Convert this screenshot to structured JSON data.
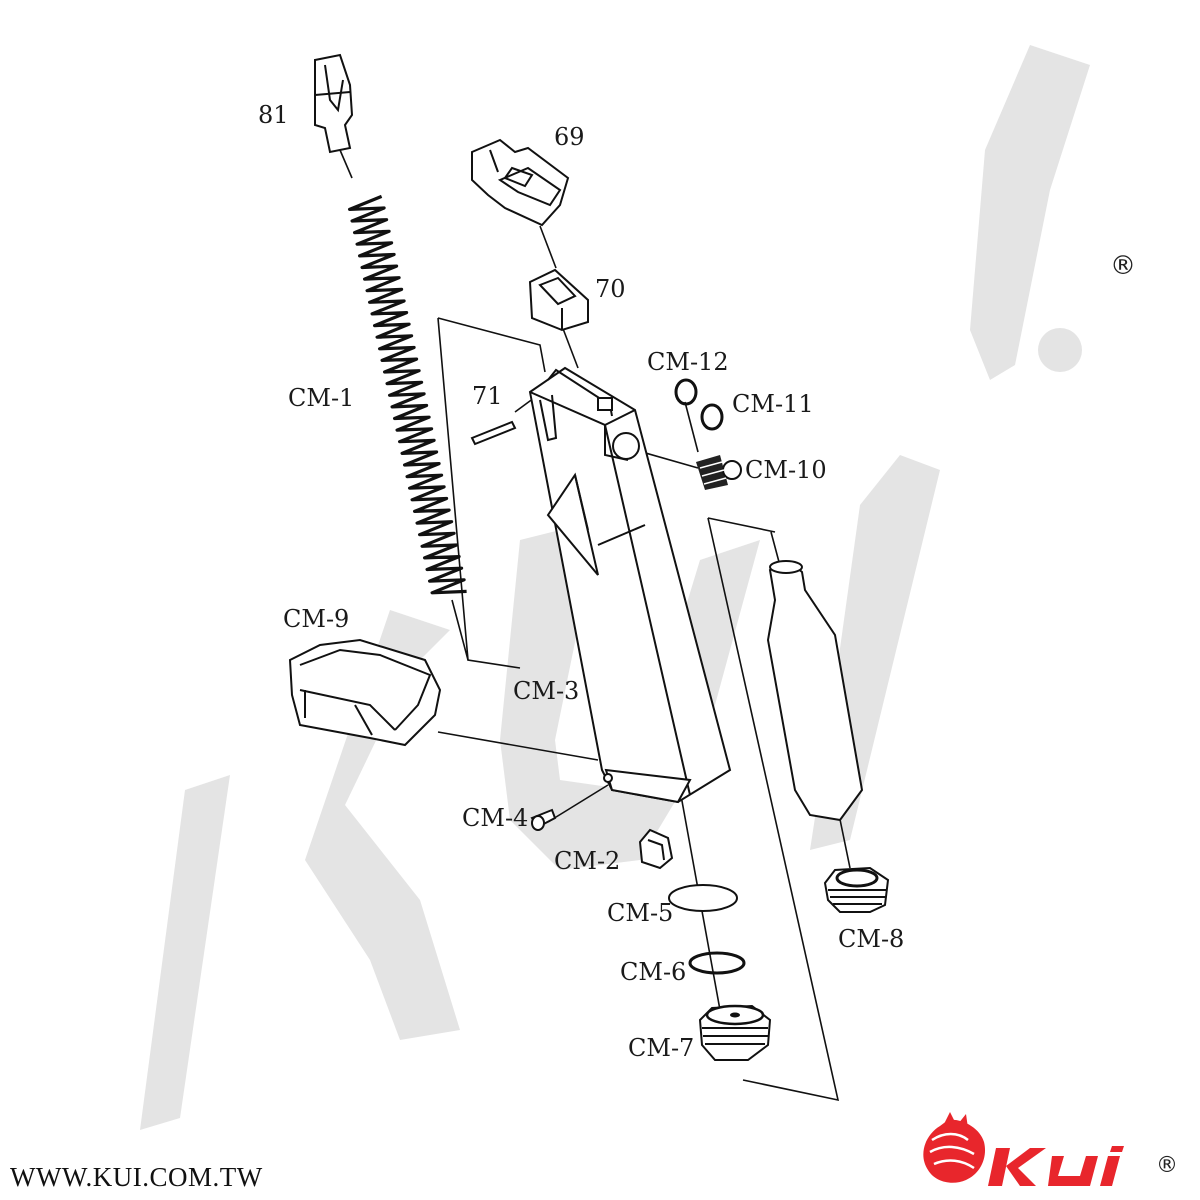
{
  "labels": {
    "p81": "81",
    "p69": "69",
    "p70": "70",
    "p71": "71",
    "cm1": "CM-1",
    "cm2": "CM-2",
    "cm3": "CM-3",
    "cm4": "CM-4",
    "cm5": "CM-5",
    "cm6": "CM-6",
    "cm7": "CM-7",
    "cm8": "CM-8",
    "cm9": "CM-9",
    "cm10": "CM-10",
    "cm11": "CM-11",
    "cm12": "CM-12"
  },
  "registered_mark": "®",
  "website": "WWW.KUI.COM.TW",
  "brand": {
    "name": "KUI",
    "registered_mark": "®",
    "color": "#e8262c"
  },
  "colors": {
    "watermark": "#e4e4e4",
    "line": "#111111"
  }
}
